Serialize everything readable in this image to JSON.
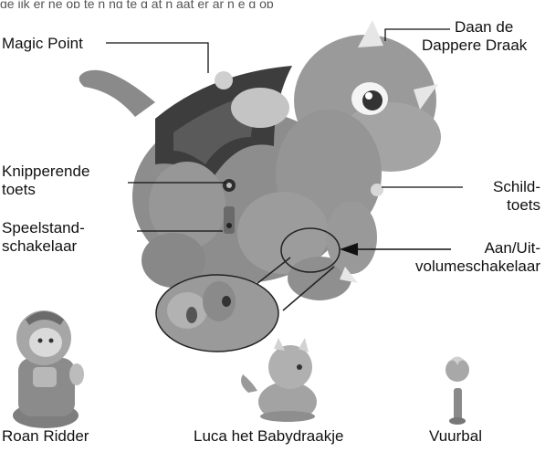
{
  "top_crop_text": "ge  ijk  er  ne op   te  n  ng  te  g  at  n    aat    er  ar    n   e   g  op",
  "labels": {
    "magic_point": "Magic Point",
    "daan": [
      "Daan de",
      "Dappere Draak"
    ],
    "knipperende": [
      "Knipperende",
      "toets"
    ],
    "schild": [
      "Schild-",
      "toets"
    ],
    "speelstand": [
      "Speelstand-",
      "schakelaar"
    ],
    "aan_uit": [
      "Aan/Uit-",
      "volumeschakelaar"
    ],
    "roan": "Roan Ridder",
    "luca": "Luca het Babydraakje",
    "vuurbal": "Vuurbal"
  },
  "icons": {
    "dragon": "dragon-toy-illustration",
    "zoom": "switch-closeup-circle",
    "knight": "knight-figure",
    "baby_dragon": "baby-dragon-figure",
    "fireball": "fireball-stick"
  }
}
